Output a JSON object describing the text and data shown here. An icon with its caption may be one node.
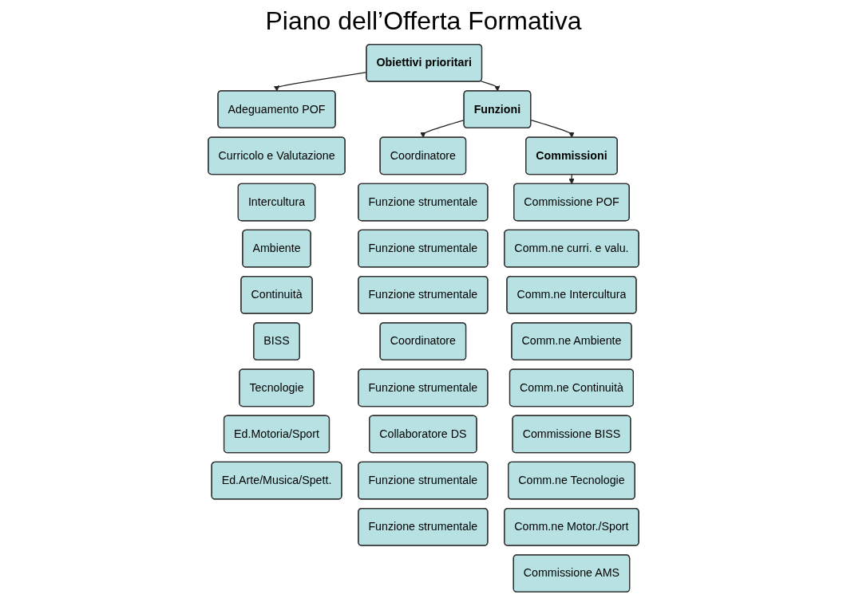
{
  "diagram": {
    "title": "Piano dell’Offerta Formativa",
    "nodes": [
      {
        "text": [
          "Obiettivi prioritari"
        ]
      },
      {
        "text": [
          "Adeguamento POF"
        ]
      },
      {
        "text": [
          "Curricolo e Valutazione"
        ]
      },
      {
        "text": [
          "Intercultura"
        ]
      },
      {
        "text": [
          "Ambiente"
        ]
      },
      {
        "text": [
          "Continuità"
        ]
      },
      {
        "text": [
          "BISS"
        ]
      },
      {
        "text": [
          "Tecnologie"
        ]
      },
      {
        "text": [
          "Ed.Motoria/Sport"
        ]
      },
      {
        "text": [
          "Ed.Arte/Musica/Spett."
        ]
      },
      {
        "text": [
          "Funzioni"
        ]
      },
      {
        "text": [
          "Coordinatore"
        ]
      },
      {
        "text": [
          "Funzione strumentale"
        ]
      },
      {
        "text": [
          "Funzione strumentale"
        ]
      },
      {
        "text": [
          "Funzione strumentale"
        ]
      },
      {
        "text": [
          "Coordinatore"
        ]
      },
      {
        "text": [
          "Funzione strumentale"
        ]
      },
      {
        "text": [
          "Collaboratore DS"
        ]
      },
      {
        "text": [
          "Funzione strumentale"
        ]
      },
      {
        "text": [
          "Funzione strumentale"
        ]
      },
      {
        "text": [
          "Commissioni"
        ]
      },
      {
        "text": [
          "Commissione POF"
        ]
      },
      {
        "text": [
          "Comm.ne curri. e valu."
        ]
      },
      {
        "text": [
          "Comm.ne Intercultura"
        ]
      },
      {
        "text": [
          "Comm.ne Ambiente"
        ]
      },
      {
        "text": [
          "Comm.ne Continuità"
        ]
      },
      {
        "text": [
          "Commissione BISS"
        ]
      },
      {
        "text": [
          "Comm.ne Tecnologie"
        ]
      },
      {
        "text": [
          "Comm.ne Motor./Sport"
        ]
      },
      {
        "text": [
          "Commissione AMS"
        ]
      }
    ],
    "edges": [
      {
        "from": 0,
        "to": 10,
        "arrow": "to"
      },
      {
        "from": 10,
        "to": 20,
        "arrow": "to"
      },
      {
        "from": 0,
        "to": 1,
        "arrow": "to"
      },
      {
        "from": 10,
        "to": 11,
        "arrow": "to"
      },
      {
        "from": 20,
        "to": 21,
        "arrow": "to"
      }
    ]
  }
}
